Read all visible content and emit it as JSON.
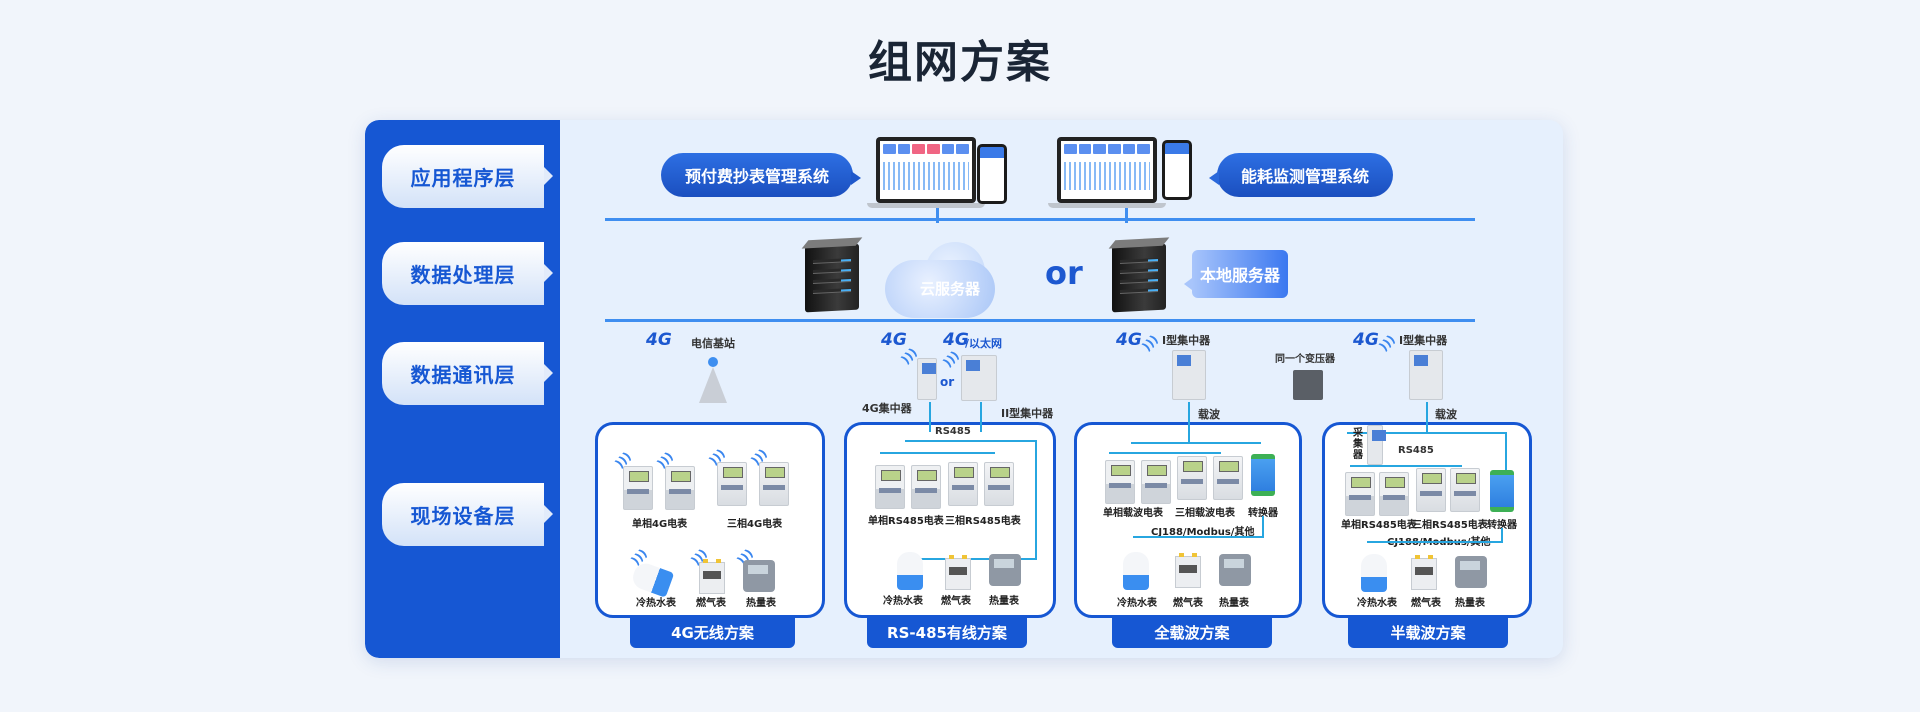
{
  "title": "组网方案",
  "layers": [
    {
      "label": "应用程序层"
    },
    {
      "label": "数据处理层"
    },
    {
      "label": "数据通讯层"
    },
    {
      "label": "现场设备层"
    }
  ],
  "application": {
    "left_system": "预付费抄表管理系统",
    "right_system": "能耗监测管理系统"
  },
  "processing": {
    "cloud_label": "云服务器",
    "or_label": "or",
    "local_label": "本地服务器"
  },
  "communication": {
    "tag_4g": "4G",
    "base_station": "电信基站",
    "ethernet_suffix": "/以太网",
    "or_label": "or",
    "concentrator_4g": "4G集中器",
    "concentrator_ii": "II型集中器",
    "concentrator_i": "I型集中器",
    "transformer": "同一个变压器",
    "carrier": "载波",
    "rs485": "RS485",
    "collector": "采集器"
  },
  "schemes": [
    {
      "name": "4G无线方案",
      "single_meter": "单相4G电表",
      "three_meter": "三相4G电表",
      "water": "冷热水表",
      "gas": "燃气表",
      "heat": "热量表"
    },
    {
      "name": "RS-485有线方案",
      "single_meter": "单相RS485电表",
      "three_meter": "三相RS485电表",
      "water": "冷热水表",
      "gas": "燃气表",
      "heat": "热量表"
    },
    {
      "name": "全载波方案",
      "single_meter": "单相载波电表",
      "three_meter": "三相载波电表",
      "converter": "转换器",
      "protocol": "CJ188/Modbus/其他",
      "water": "冷热水表",
      "gas": "燃气表",
      "heat": "热量表"
    },
    {
      "name": "半载波方案",
      "single_meter": "单相RS485电表",
      "three_meter": "三相RS485电表",
      "converter": "转换器",
      "protocol": "CJ188/Modbus/其他",
      "water": "冷热水表",
      "gas": "燃气表",
      "heat": "热量表"
    }
  ]
}
